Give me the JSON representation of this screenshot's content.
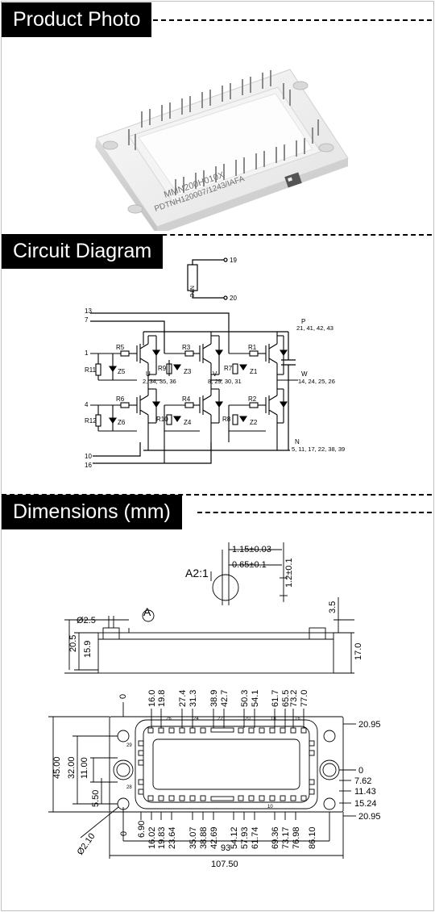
{
  "sections": {
    "photo_title": "Product Photo",
    "circuit_title": "Circuit Diagram",
    "dimensions_title": "Dimensions (mm)"
  },
  "photo": {
    "marking_line1": "MMN200H010X",
    "marking_line2": "PDTNH120007/1243/IAFA"
  },
  "circuit": {
    "ntc_label": "NTC",
    "pin_19": "19",
    "pin_20": "20",
    "pin_13": "13",
    "pin_7": "7",
    "pin_1": "1",
    "pin_4": "4",
    "pin_10": "10",
    "pin_16": "16",
    "label_R11": "R11",
    "label_R12": "R12",
    "label_R5": "R5",
    "label_R6": "R6",
    "label_R3": "R3",
    "label_R4": "R4",
    "label_R1": "R1",
    "label_R2": "R2",
    "label_R9": "R9",
    "label_R10": "R10",
    "label_R7": "R7",
    "label_R8": "R8",
    "label_Z1": "Z1",
    "label_Z2": "Z2",
    "label_Z3": "Z3",
    "label_Z4": "Z4",
    "label_Z5": "Z5",
    "label_Z6": "Z6",
    "U_label": "U",
    "U_pins": "2, 34, 35, 36",
    "V_label": "V",
    "V_pins": "8, 29, 30, 31",
    "W_label": "W",
    "W_pins": "14, 24, 25, 26",
    "P_label": "P",
    "P_pins": "21, 41, 42, 43",
    "N_label": "N",
    "N_pins": "5, 11, 17, 22, 38, 39"
  },
  "dimensions": {
    "detail_label": "A2:1",
    "pin_width": "1.15±0.03",
    "pin_thickness": "0.65±0.1",
    "pin_tip": "1.2±0.1",
    "side_pin_dia": "Ø2.5",
    "detail_ref": "A",
    "height_total": "20.5",
    "height_body": "15.9",
    "pin_above": "3.5",
    "body_thickness": "17.0",
    "top_x": [
      "16.0",
      "19.8",
      "27.4",
      "31.3",
      "38.9",
      "42.7",
      "50.3",
      "54.1",
      "61.7",
      "65.5",
      "73.2",
      "77.0"
    ],
    "bottom_x": [
      "6.90",
      "16.02",
      "19.83",
      "23.64",
      "35.07",
      "38.88",
      "42.69",
      "54.12",
      "57.93",
      "61.74",
      "69.36",
      "73.17",
      "76.98",
      "86.10"
    ],
    "right_y": [
      "20.95",
      "0",
      "7.62",
      "11.43",
      "15.24",
      "20.95"
    ],
    "left_y": [
      "45.00",
      "32.00",
      "11.00",
      "5.50"
    ],
    "zero_top": "0",
    "zero_bottom": "0",
    "hole_dia": "Ø2.10",
    "mounting_pitch": "93",
    "overall_length": "107.50",
    "pin_numbers_top": [
      "26",
      "24",
      "22",
      "20",
      "18",
      "16"
    ],
    "pin_numbers_side": [
      "29",
      "28",
      "10"
    ]
  }
}
